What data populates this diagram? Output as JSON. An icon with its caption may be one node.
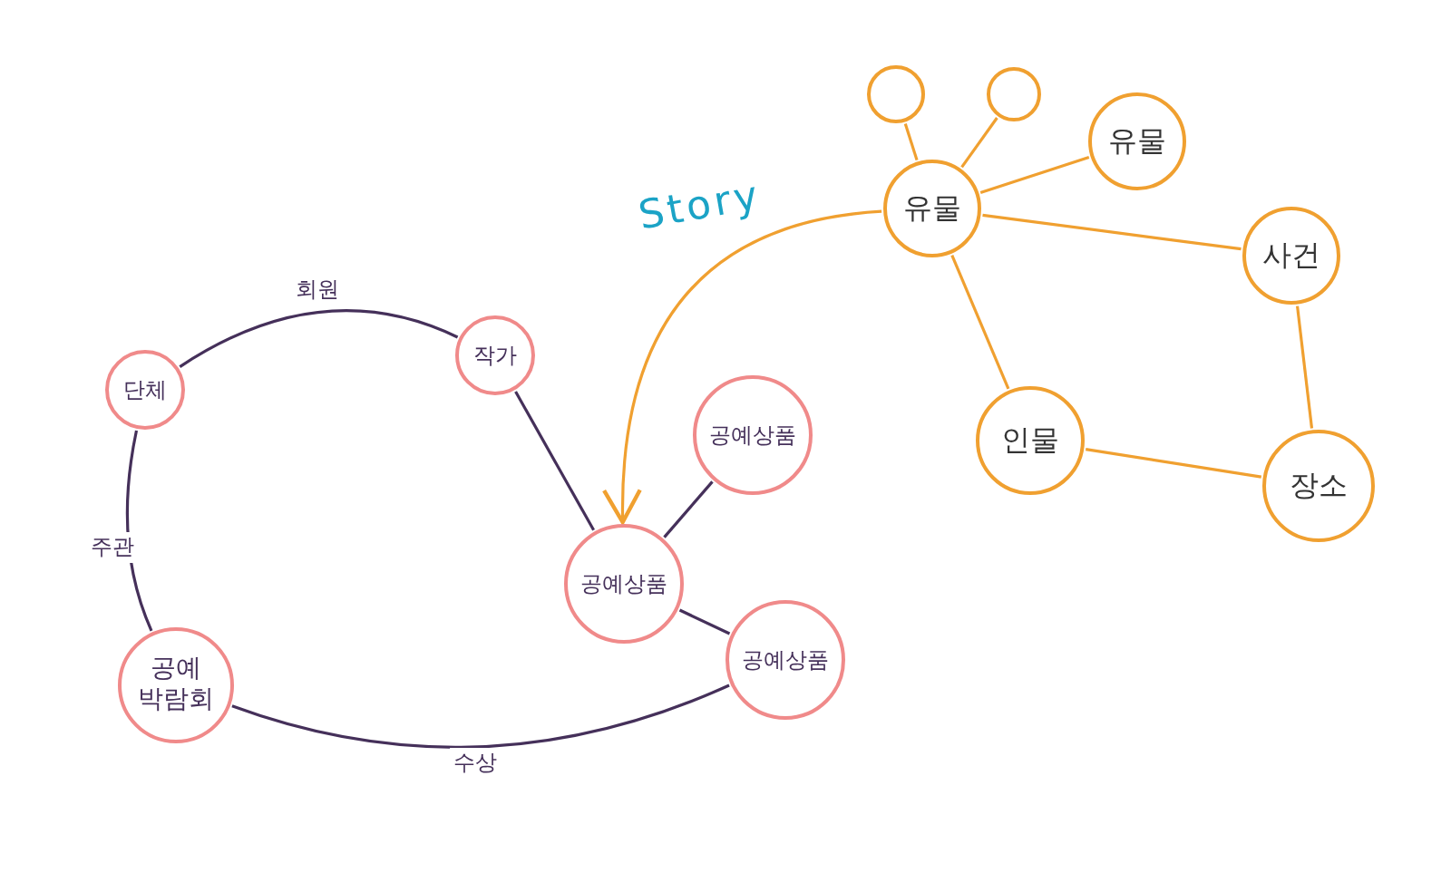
{
  "diagram": {
    "nodes": [
      {
        "text": [
          "단체"
        ]
      },
      {
        "text": [
          "작가"
        ]
      },
      {
        "text": [
          "공예상품"
        ]
      },
      {
        "text": [
          "공예상품"
        ]
      },
      {
        "text": [
          "공예 박람회"
        ]
      },
      {
        "text": [
          "공예상품"
        ]
      },
      {
        "text": [],
        "shape": "circle"
      },
      {
        "text": [],
        "shape": "circle"
      },
      {
        "text": [
          "유물"
        ]
      },
      {
        "text": [
          "유물"
        ]
      },
      {
        "text": [
          "사건"
        ]
      },
      {
        "text": [
          "인물"
        ]
      },
      {
        "text": [
          "장소"
        ]
      }
    ],
    "edges": [
      {
        "from": 0,
        "to": 1,
        "arrow": "none",
        "label": "회원",
        "color": "#45305a"
      },
      {
        "from": 0,
        "to": 4,
        "arrow": "none",
        "label": "주관",
        "color": "#45305a"
      },
      {
        "from": 1,
        "to": 2,
        "arrow": "none",
        "color": "#45305a"
      },
      {
        "from": 3,
        "to": 2,
        "arrow": "none",
        "color": "#45305a"
      },
      {
        "from": 2,
        "to": 5,
        "arrow": "none",
        "color": "#45305a"
      },
      {
        "from": 4,
        "to": 5,
        "arrow": "none",
        "label": "수상",
        "color": "#45305a"
      },
      {
        "from": 8,
        "to": 2,
        "arrow": "to",
        "label": "Story"
      },
      {
        "from": 6,
        "to": 8,
        "arrow": "none"
      },
      {
        "from": 7,
        "to": 8,
        "arrow": "none"
      },
      {
        "from": 8,
        "to": 9,
        "arrow": "none"
      },
      {
        "from": 8,
        "to": 10,
        "arrow": "none"
      },
      {
        "from": 8,
        "to": 11,
        "arrow": "none"
      },
      {
        "from": 10,
        "to": 12,
        "arrow": "none"
      },
      {
        "from": 11,
        "to": 12,
        "arrow": "none"
      }
    ]
  }
}
